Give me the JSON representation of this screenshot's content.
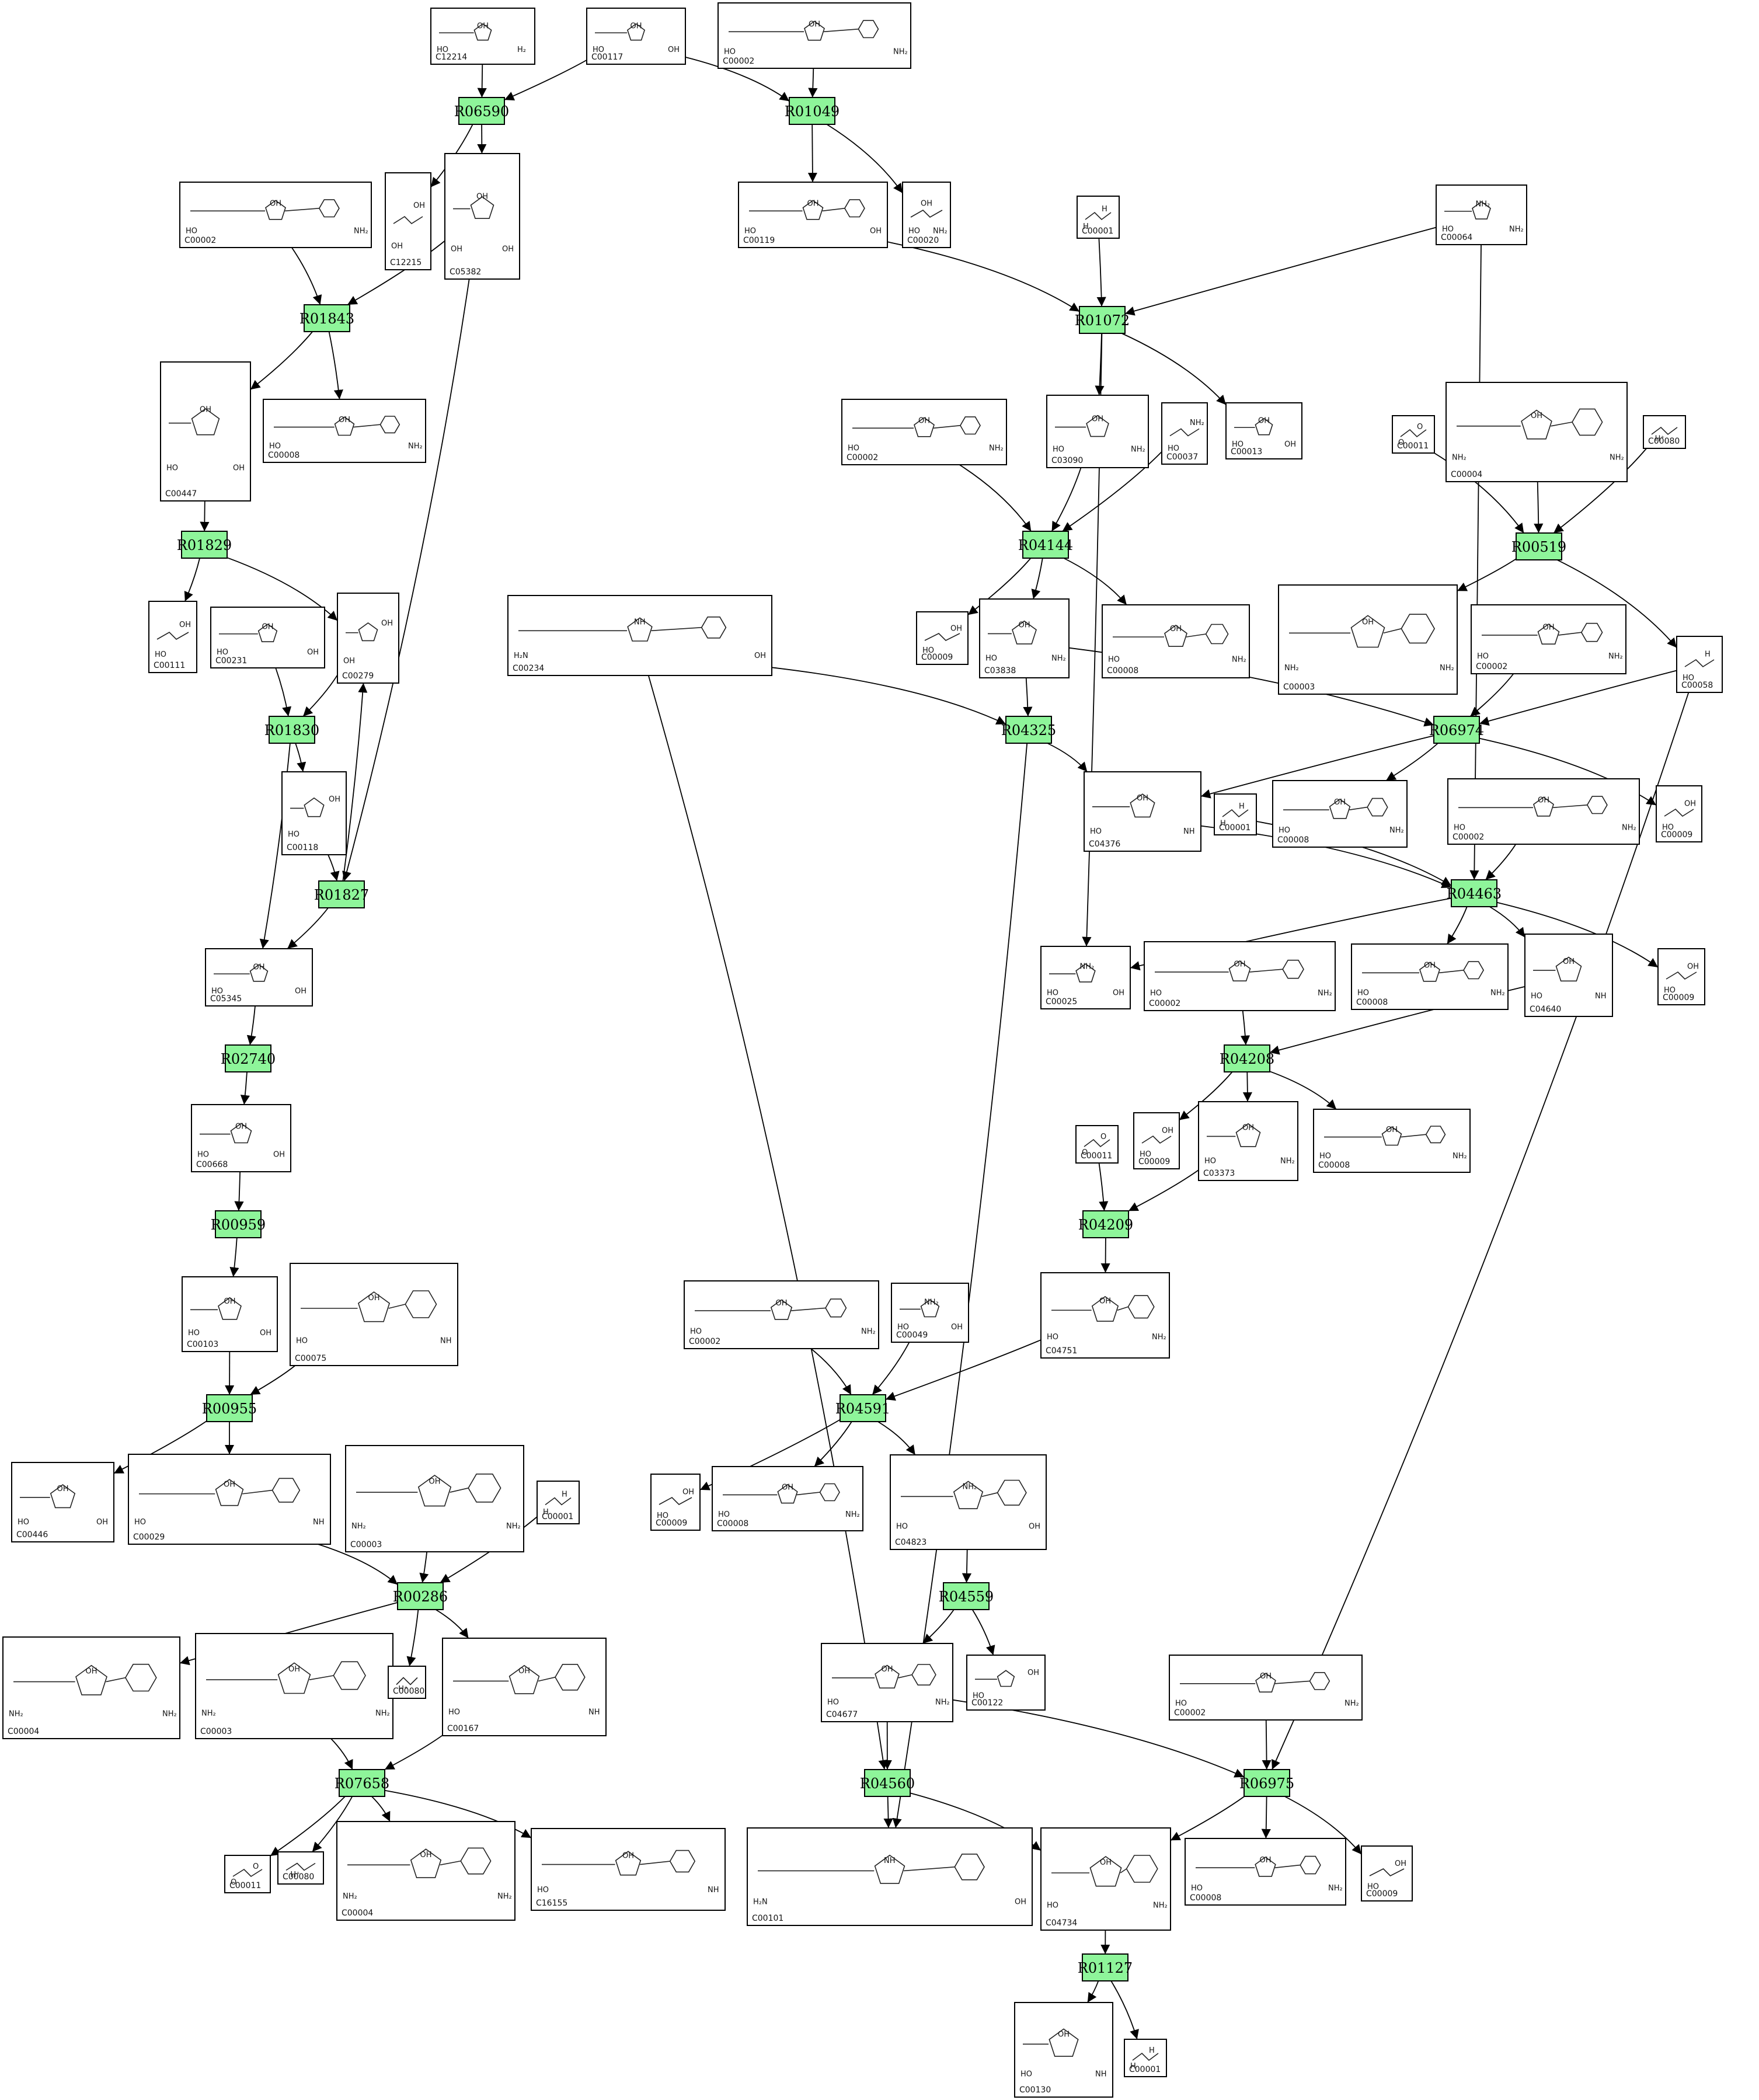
{
  "reactions": [
    "R06590",
    "R01049",
    "R01843",
    "R01072",
    "R01829",
    "R04144",
    "R00519",
    "R01830",
    "R04325",
    "R06974",
    "R01827",
    "R04463",
    "R02740",
    "R04208",
    "R00959",
    "R04209",
    "R00955",
    "R04591",
    "R00286",
    "R04559",
    "R07658",
    "R04560",
    "R06975",
    "R01127"
  ],
  "compounds": [
    {
      "label": "C12214",
      "glyphs": [
        "HO",
        "OH",
        "H₂"
      ]
    },
    {
      "label": "C00117",
      "glyphs": [
        "HO",
        "OH",
        "OH"
      ]
    },
    {
      "label": "C00002",
      "glyphs": [
        "HO",
        "OH",
        "NH₂"
      ]
    },
    {
      "label": "C00002",
      "glyphs": [
        "HO",
        "OH",
        "NH₂"
      ]
    },
    {
      "label": "C12215",
      "glyphs": [
        "OH",
        "OH"
      ]
    },
    {
      "label": "C05382",
      "glyphs": [
        "OH",
        "OH",
        "OH"
      ]
    },
    {
      "label": "C00119",
      "glyphs": [
        "HO",
        "OH",
        "OH"
      ]
    },
    {
      "label": "C00020",
      "glyphs": [
        "HO",
        "OH",
        "NH₂"
      ]
    },
    {
      "label": "C00001",
      "glyphs": [
        "H",
        "H"
      ]
    },
    {
      "label": "C00064",
      "glyphs": [
        "HO",
        "NH₂",
        "NH₂"
      ]
    },
    {
      "label": "C00447",
      "glyphs": [
        "HO",
        "OH",
        "OH"
      ]
    },
    {
      "label": "C00008",
      "glyphs": [
        "HO",
        "OH",
        "NH₂"
      ]
    },
    {
      "label": "C00002",
      "glyphs": [
        "HO",
        "OH",
        "NH₂"
      ]
    },
    {
      "label": "C03090",
      "glyphs": [
        "HO",
        "OH",
        "NH₂"
      ]
    },
    {
      "label": "C00037",
      "glyphs": [
        "HO",
        "NH₂"
      ]
    },
    {
      "label": "C00013",
      "glyphs": [
        "HO",
        "OH",
        "OH"
      ]
    },
    {
      "label": "C00011",
      "glyphs": [
        "O",
        "O"
      ]
    },
    {
      "label": "C00004",
      "glyphs": [
        "NH₂",
        "OH",
        "NH₂"
      ]
    },
    {
      "label": "C00080",
      "glyphs": [
        "H⁺"
      ]
    },
    {
      "label": "C00111",
      "glyphs": [
        "HO",
        "OH"
      ]
    },
    {
      "label": "C00231",
      "glyphs": [
        "HO",
        "OH",
        "OH"
      ]
    },
    {
      "label": "C00279",
      "glyphs": [
        "OH",
        "OH"
      ]
    },
    {
      "label": "C00234",
      "glyphs": [
        "H₂N",
        "NH",
        "OH"
      ]
    },
    {
      "label": "C00009",
      "glyphs": [
        "HO",
        "OH"
      ]
    },
    {
      "label": "C03838",
      "glyphs": [
        "HO",
        "OH",
        "NH₂"
      ]
    },
    {
      "label": "C00008",
      "glyphs": [
        "HO",
        "OH",
        "NH₂"
      ]
    },
    {
      "label": "C00003",
      "glyphs": [
        "NH₂",
        "OH",
        "NH₂"
      ]
    },
    {
      "label": "C00002",
      "glyphs": [
        "HO",
        "OH",
        "NH₂"
      ]
    },
    {
      "label": "C00058",
      "glyphs": [
        "HO",
        "H"
      ]
    },
    {
      "label": "C00118",
      "glyphs": [
        "HO",
        "OH"
      ]
    },
    {
      "label": "C04376",
      "glyphs": [
        "HO",
        "OH",
        "NH"
      ]
    },
    {
      "label": "C00001",
      "glyphs": [
        "H",
        "H"
      ]
    },
    {
      "label": "C00008",
      "glyphs": [
        "HO",
        "OH",
        "NH₂"
      ]
    },
    {
      "label": "C00002",
      "glyphs": [
        "HO",
        "OH",
        "NH₂"
      ]
    },
    {
      "label": "C00009",
      "glyphs": [
        "HO",
        "OH"
      ]
    },
    {
      "label": "C05345",
      "glyphs": [
        "HO",
        "OH",
        "OH"
      ]
    },
    {
      "label": "C00025",
      "glyphs": [
        "HO",
        "NH₂",
        "OH"
      ]
    },
    {
      "label": "C00002",
      "glyphs": [
        "HO",
        "OH",
        "NH₂"
      ]
    },
    {
      "label": "C00008",
      "glyphs": [
        "HO",
        "OH",
        "NH₂"
      ]
    },
    {
      "label": "C04640",
      "glyphs": [
        "HO",
        "OH",
        "NH"
      ]
    },
    {
      "label": "C00009",
      "glyphs": [
        "HO",
        "OH"
      ]
    },
    {
      "label": "C00668",
      "glyphs": [
        "HO",
        "OH",
        "OH"
      ]
    },
    {
      "label": "C00009",
      "glyphs": [
        "HO",
        "OH"
      ]
    },
    {
      "label": "C03373",
      "glyphs": [
        "HO",
        "OH",
        "NH₂"
      ]
    },
    {
      "label": "C00008",
      "glyphs": [
        "HO",
        "OH",
        "NH₂"
      ]
    },
    {
      "label": "C00011",
      "glyphs": [
        "O",
        "O"
      ]
    },
    {
      "label": "C00103",
      "glyphs": [
        "HO",
        "OH",
        "OH"
      ]
    },
    {
      "label": "C00075",
      "glyphs": [
        "HO",
        "OH",
        "NH"
      ]
    },
    {
      "label": "C00002",
      "glyphs": [
        "HO",
        "OH",
        "NH₂"
      ]
    },
    {
      "label": "C00049",
      "glyphs": [
        "HO",
        "NH₂",
        "OH"
      ]
    },
    {
      "label": "C04751",
      "glyphs": [
        "HO",
        "OH",
        "NH₂"
      ]
    },
    {
      "label": "C00446",
      "glyphs": [
        "HO",
        "OH",
        "OH"
      ]
    },
    {
      "label": "C00029",
      "glyphs": [
        "HO",
        "OH",
        "NH"
      ]
    },
    {
      "label": "C00003",
      "glyphs": [
        "NH₂",
        "OH",
        "NH₂"
      ]
    },
    {
      "label": "C00001",
      "glyphs": [
        "H",
        "H"
      ]
    },
    {
      "label": "C00009",
      "glyphs": [
        "HO",
        "OH"
      ]
    },
    {
      "label": "C00008",
      "glyphs": [
        "HO",
        "OH",
        "NH₂"
      ]
    },
    {
      "label": "C04823",
      "glyphs": [
        "HO",
        "NH₂",
        "OH"
      ]
    },
    {
      "label": "C00004",
      "glyphs": [
        "NH₂",
        "OH",
        "NH₂"
      ]
    },
    {
      "label": "C00003",
      "glyphs": [
        "NH₂",
        "OH",
        "NH₂"
      ]
    },
    {
      "label": "C00080",
      "glyphs": [
        "H⁺"
      ]
    },
    {
      "label": "C00167",
      "glyphs": [
        "HO",
        "OH",
        "NH"
      ]
    },
    {
      "label": "C04677",
      "glyphs": [
        "HO",
        "OH",
        "NH₂"
      ]
    },
    {
      "label": "C00122",
      "glyphs": [
        "HO",
        "OH"
      ]
    },
    {
      "label": "C00002",
      "glyphs": [
        "HO",
        "OH",
        "NH₂"
      ]
    },
    {
      "label": "C00011",
      "glyphs": [
        "O",
        "O"
      ]
    },
    {
      "label": "C00080",
      "glyphs": [
        "H⁺"
      ]
    },
    {
      "label": "C00004",
      "glyphs": [
        "NH₂",
        "OH",
        "NH₂"
      ]
    },
    {
      "label": "C16155",
      "glyphs": [
        "HO",
        "OH",
        "NH"
      ]
    },
    {
      "label": "C00101",
      "glyphs": [
        "H₂N",
        "NH",
        "OH"
      ]
    },
    {
      "label": "C04734",
      "glyphs": [
        "HO",
        "OH",
        "NH₂"
      ]
    },
    {
      "label": "C00008",
      "glyphs": [
        "HO",
        "OH",
        "NH₂"
      ]
    },
    {
      "label": "C00009",
      "glyphs": [
        "HO",
        "OH"
      ]
    },
    {
      "label": "C00130",
      "glyphs": [
        "HO",
        "OH",
        "NH"
      ]
    },
    {
      "label": "C00001",
      "glyphs": [
        "H",
        "H"
      ]
    }
  ]
}
